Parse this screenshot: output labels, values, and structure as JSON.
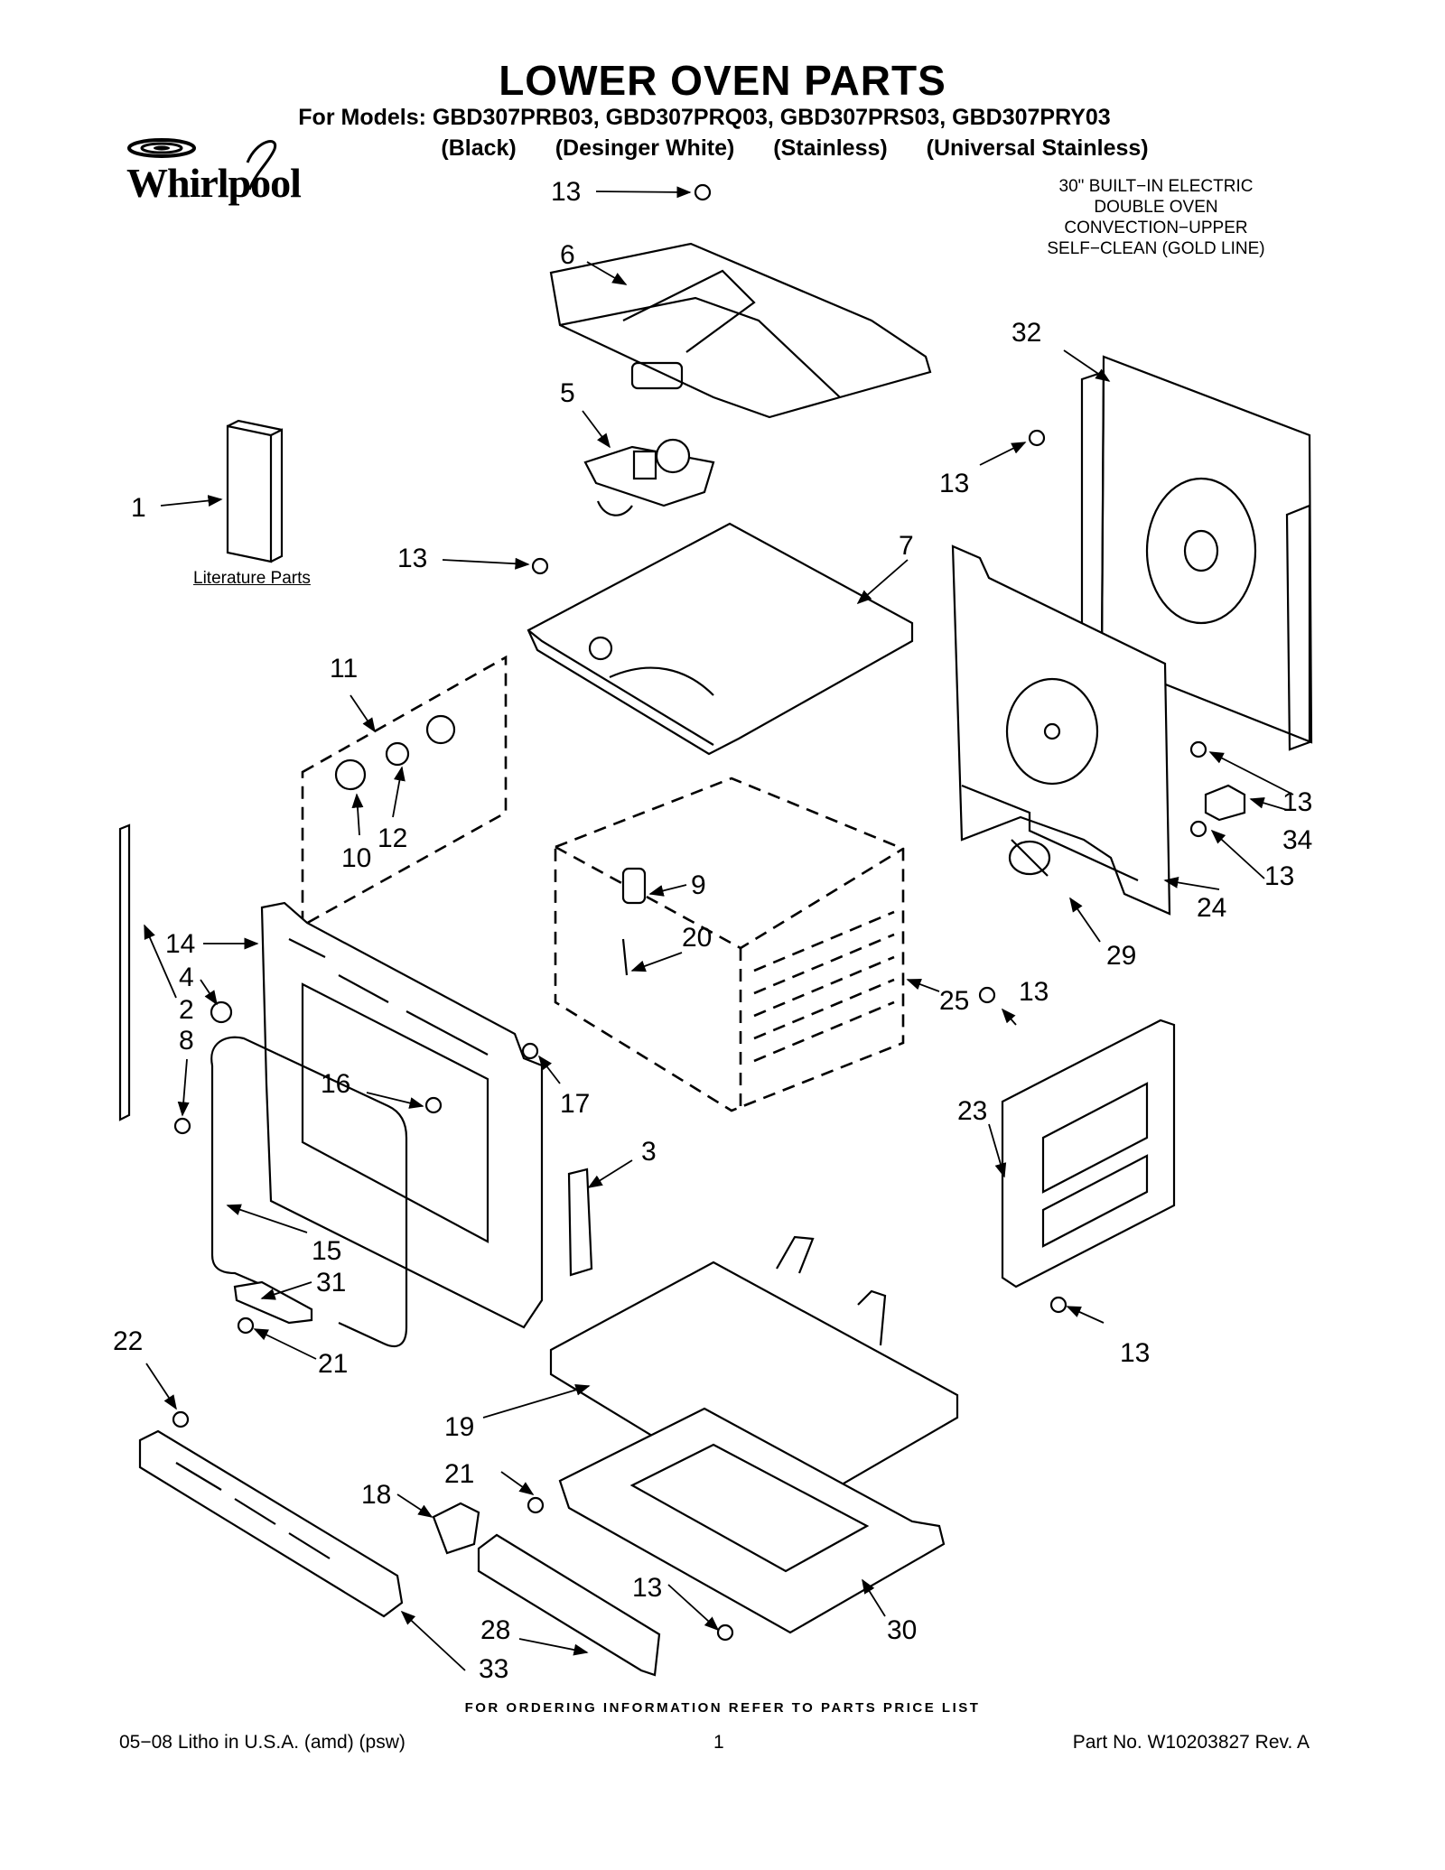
{
  "header": {
    "title": "LOWER OVEN PARTS",
    "models": "For Models: GBD307PRB03, GBD307PRQ03, GBD307PRS03, GBD307PRY03",
    "colors": [
      "(Black)",
      "(Desinger White)",
      "(Stainless)",
      "(Universal Stainless)"
    ]
  },
  "brand": {
    "logo_text": "Whirlpool",
    "logo_icon": "whirlpool-swirl-icon"
  },
  "description": [
    "30\" BUILT−IN ELECTRIC",
    "DOUBLE OVEN",
    "CONVECTION−UPPER",
    "SELF−CLEAN (GOLD LINE)"
  ],
  "literature_label": "Literature Parts",
  "callouts": [
    {
      "id": "c13a",
      "label": "13"
    },
    {
      "id": "c6",
      "label": "6"
    },
    {
      "id": "c32",
      "label": "32"
    },
    {
      "id": "c5",
      "label": "5"
    },
    {
      "id": "c13b",
      "label": "13"
    },
    {
      "id": "c1",
      "label": "1"
    },
    {
      "id": "c13c",
      "label": "13"
    },
    {
      "id": "c7",
      "label": "7"
    },
    {
      "id": "c11",
      "label": "11"
    },
    {
      "id": "c13d",
      "label": "13"
    },
    {
      "id": "c34",
      "label": "34"
    },
    {
      "id": "c13e",
      "label": "13"
    },
    {
      "id": "c24",
      "label": "24"
    },
    {
      "id": "c10",
      "label": "10"
    },
    {
      "id": "c12",
      "label": "12"
    },
    {
      "id": "c9",
      "label": "9"
    },
    {
      "id": "c20",
      "label": "20"
    },
    {
      "id": "c29",
      "label": "29"
    },
    {
      "id": "c14",
      "label": "14"
    },
    {
      "id": "c4",
      "label": "4"
    },
    {
      "id": "c2",
      "label": "2"
    },
    {
      "id": "c8",
      "label": "8"
    },
    {
      "id": "c13f",
      "label": "13"
    },
    {
      "id": "c25",
      "label": "25"
    },
    {
      "id": "c16",
      "label": "16"
    },
    {
      "id": "c17",
      "label": "17"
    },
    {
      "id": "c23",
      "label": "23"
    },
    {
      "id": "c3",
      "label": "3"
    },
    {
      "id": "c15",
      "label": "15"
    },
    {
      "id": "c31",
      "label": "31"
    },
    {
      "id": "c21a",
      "label": "21"
    },
    {
      "id": "c13g",
      "label": "13"
    },
    {
      "id": "c22",
      "label": "22"
    },
    {
      "id": "c19",
      "label": "19"
    },
    {
      "id": "c21b",
      "label": "21"
    },
    {
      "id": "c18",
      "label": "18"
    },
    {
      "id": "c13h",
      "label": "13"
    },
    {
      "id": "c30",
      "label": "30"
    },
    {
      "id": "c28",
      "label": "28"
    },
    {
      "id": "c33",
      "label": "33"
    }
  ],
  "footer": {
    "note": "FOR ORDERING INFORMATION REFER TO PARTS PRICE LIST",
    "left": "05−08 Litho in U.S.A. (amd) (psw)",
    "page": "1",
    "part_no": "Part No. W10203827 Rev. A"
  }
}
